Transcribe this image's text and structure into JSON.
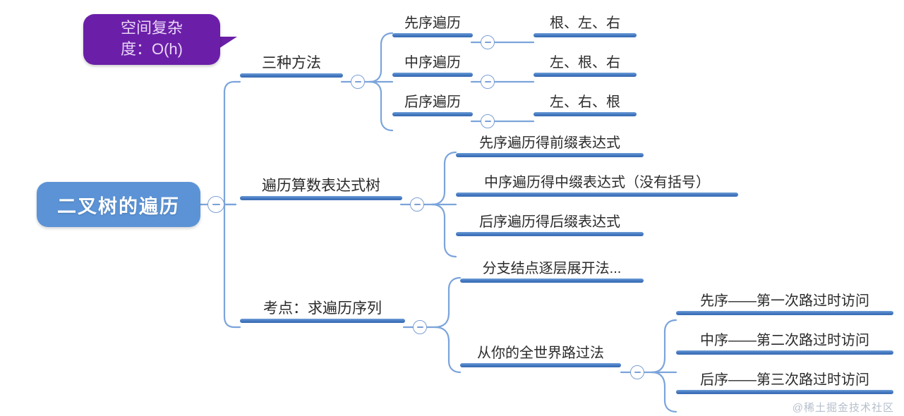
{
  "root": {
    "label": "二叉树的遍历"
  },
  "callout": {
    "line1": "空间复杂",
    "line2": "度：O(h)",
    "color": "#6b1fa8"
  },
  "colors": {
    "root_fill": "#5b93d6",
    "bar": "#4377bf",
    "wire": "#6f9fd8",
    "callout": "#6b1fa8",
    "text": "#2b2b2b"
  },
  "branches": [
    {
      "label": "三种方法",
      "children": [
        {
          "label": "先序遍历",
          "children": [
            {
              "label": "根、左、右"
            }
          ]
        },
        {
          "label": "中序遍历",
          "children": [
            {
              "label": "左、根、右"
            }
          ]
        },
        {
          "label": "后序遍历",
          "children": [
            {
              "label": "左、右、根"
            }
          ]
        }
      ]
    },
    {
      "label": "遍历算数表达式树",
      "children": [
        {
          "label": "先序遍历得前缀表达式"
        },
        {
          "label": "中序遍历得中缀表达式（没有括号）"
        },
        {
          "label": "后序遍历得后缀表达式"
        }
      ]
    },
    {
      "label": "考点：求遍历序列",
      "children": [
        {
          "label": "分支结点逐层展开法..."
        },
        {
          "label": "从你的全世界路过法",
          "children": [
            {
              "label": "先序——第一次路过时访问"
            },
            {
              "label": "中序——第二次路过时访问"
            },
            {
              "label": "后序——第三次路过时访问"
            }
          ]
        }
      ]
    }
  ],
  "watermark": "@稀土掘金技术社区"
}
